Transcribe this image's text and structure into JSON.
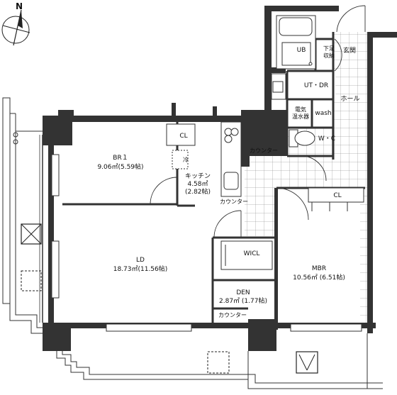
{
  "compass": {
    "north_label": "N"
  },
  "rooms": {
    "br1": {
      "name": "BR１",
      "area": "9.06㎡(5.59帖)"
    },
    "kitchen": {
      "name": "キッチン",
      "area": "4.58㎡",
      "tatami": "(2.82帖)"
    },
    "ld": {
      "name": "LD",
      "area": "18.73㎡(11.56帖)"
    },
    "mbr": {
      "name": "MBR",
      "area": "10.56㎡ (6.51帖)"
    },
    "den": {
      "name": "DEN",
      "area": "2.87㎡ (1.77帖)"
    }
  },
  "labels": {
    "ub": "UB",
    "shoe_box": "下足",
    "shoe_box2": "収納",
    "entrance": "玄関",
    "ut_dr": "UT・DR",
    "hall": "ホール",
    "water_heater_1": "電気",
    "water_heater_2": "温水器",
    "wash": "wash",
    "wc": "W・C",
    "cl_br1": "CL",
    "cl_mbr": "CL",
    "fridge": "冷",
    "counter_1": "カウンター",
    "counter_2": "カウンター",
    "counter_3": "カウンター",
    "wicl": "WICL"
  }
}
